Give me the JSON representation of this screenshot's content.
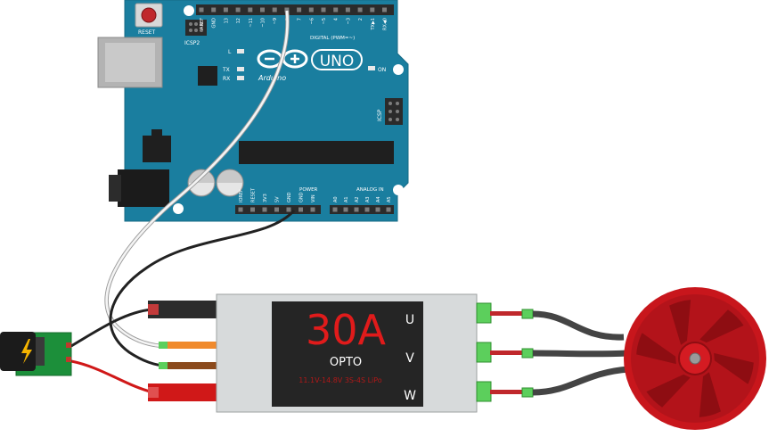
{
  "arduino": {
    "reset_label": "RESET",
    "icsp2_label": "ICSP2",
    "l_label": "L",
    "tx_label": "TX",
    "rx_label": "RX",
    "on_label": "ON",
    "icsp_label": "ICSP",
    "uno_label": "UNO",
    "brand_label": "Arduino",
    "digital_label": "DIGITAL (PWM=~)",
    "power_label": "POWER",
    "analog_label": "ANALOG IN",
    "top_pins": [
      "AREF",
      "GND",
      "13",
      "12",
      "~11",
      "~10",
      "~9",
      "8",
      "7",
      "~6",
      "~5",
      "4",
      "~3",
      "2",
      "TX▶1",
      "RX◀0"
    ],
    "power_pins": [
      "IOREF",
      "RESET",
      "3V3",
      "5V",
      "GND",
      "GND",
      "VIN"
    ],
    "analog_pins": [
      "A0",
      "A1",
      "A2",
      "A3",
      "A4",
      "A5"
    ],
    "colors": {
      "board": "#1a7e9f",
      "header": "#2b2b2b"
    }
  },
  "esc": {
    "rating": "30A",
    "type": "OPTO",
    "spec": "11.1V-14.8V 3S-4S LiPo",
    "phases": [
      "U",
      "V",
      "W"
    ],
    "colors": {
      "body": "#d7dadb",
      "panel": "#252525",
      "rating": "#e01b1b",
      "label": "#ffffff"
    }
  },
  "power_jack": {
    "icon": "lightning-bolt-icon",
    "colors": {
      "pcb": "#1c8f3a",
      "bolt": "#f5b400"
    }
  },
  "motor": {
    "colors": {
      "bell": "#c8161c",
      "dark": "#8e0d12"
    }
  },
  "wires": {
    "signal": "#f0f0f0",
    "ground": "#2a2a2a",
    "power": "#d01818",
    "esc_orange": "#f08a2c",
    "esc_brown": "#8b4a1c",
    "motor": "#444444"
  }
}
